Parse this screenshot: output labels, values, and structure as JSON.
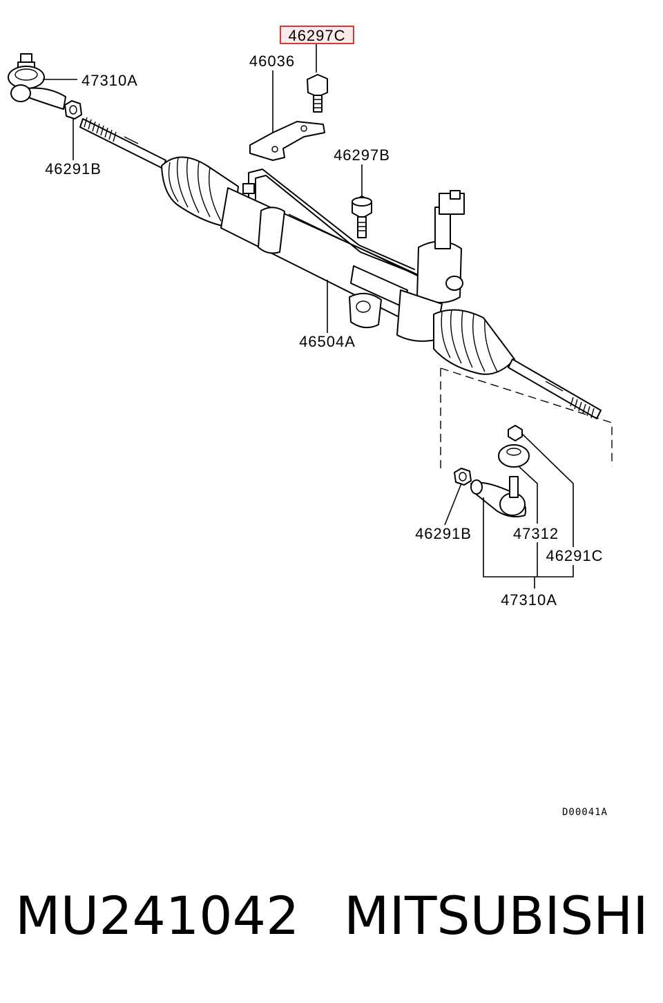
{
  "callouts": {
    "c_46297C": "46297C",
    "c_46036": "46036",
    "c_47310A_top": "47310A",
    "c_46291B_top": "46291B",
    "c_46297B": "46297B",
    "c_46504A": "46504A",
    "c_46291B_bottom": "46291B",
    "c_47312": "47312",
    "c_46291C": "46291C",
    "c_47310A_bottom": "47310A"
  },
  "drawing_code": "D00041A",
  "caption": {
    "part_number": "MU241042",
    "brand": "MITSUBISHI"
  },
  "colors": {
    "highlight_border": "#d23a3a",
    "highlight_fill": "#fde9e9",
    "line": "#000000"
  }
}
